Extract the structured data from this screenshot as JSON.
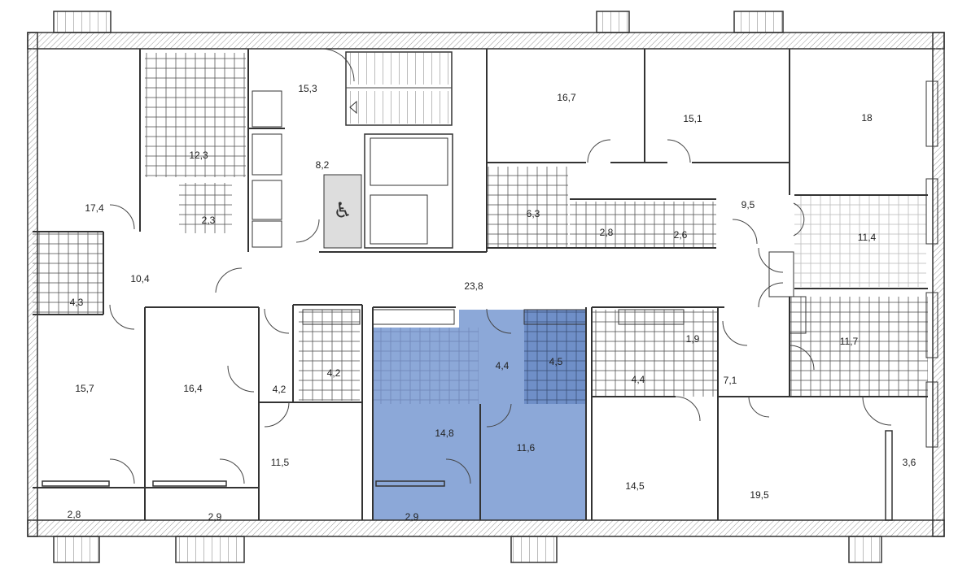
{
  "colors": {
    "wall": "#333333",
    "hatch": "#999999",
    "highlight": "#8ca8d8",
    "highlight_dark": "#6f8fc8",
    "tile": "#555555",
    "tile_light": "#bbbbbb",
    "background": "#ffffff"
  },
  "highlighted_unit": [
    "4,4",
    "4,5",
    "14,8",
    "11,6",
    "2,9"
  ],
  "rooms": [
    {
      "id": "r-17-4",
      "area": "17,4"
    },
    {
      "id": "r-12-3",
      "area": "12,3"
    },
    {
      "id": "r-2-3",
      "area": "2,3"
    },
    {
      "id": "r-4-3",
      "area": "4,3"
    },
    {
      "id": "r-10-4",
      "area": "10,4"
    },
    {
      "id": "r-15-7",
      "area": "15,7"
    },
    {
      "id": "r-16-4",
      "area": "16,4"
    },
    {
      "id": "r-2-8",
      "area": "2,8"
    },
    {
      "id": "r-2-9-left",
      "area": "2,9"
    },
    {
      "id": "r-15-3",
      "area": "15,3"
    },
    {
      "id": "r-8-2",
      "area": "8,2"
    },
    {
      "id": "r-4-2-bath",
      "area": "4,2"
    },
    {
      "id": "r-4-2-hall",
      "area": "4,2"
    },
    {
      "id": "r-11-5",
      "area": "11,5"
    },
    {
      "id": "r-23-8",
      "area": "23,8"
    },
    {
      "id": "r-4-4-hl",
      "area": "4,4"
    },
    {
      "id": "r-4-5-hl",
      "area": "4,5"
    },
    {
      "id": "r-14-8-hl",
      "area": "14,8"
    },
    {
      "id": "r-11-6-hl",
      "area": "11,6"
    },
    {
      "id": "r-2-9-hl",
      "area": "2,9"
    },
    {
      "id": "r-16-7",
      "area": "16,7"
    },
    {
      "id": "r-15-1",
      "area": "15,1"
    },
    {
      "id": "r-18",
      "area": "18"
    },
    {
      "id": "r-6-3",
      "area": "6,3"
    },
    {
      "id": "r-2-8-mid",
      "area": "2,8"
    },
    {
      "id": "r-2-6",
      "area": "2,6"
    },
    {
      "id": "r-9-5",
      "area": "9,5"
    },
    {
      "id": "r-11-4",
      "area": "11,4"
    },
    {
      "id": "r-4-4-right",
      "area": "4,4"
    },
    {
      "id": "r-1-9",
      "area": "1,9"
    },
    {
      "id": "r-7-1",
      "area": "7,1"
    },
    {
      "id": "r-11-7",
      "area": "11,7"
    },
    {
      "id": "r-14-5",
      "area": "14,5"
    },
    {
      "id": "r-19-5",
      "area": "19,5"
    },
    {
      "id": "r-3-6",
      "area": "3,6"
    }
  ]
}
